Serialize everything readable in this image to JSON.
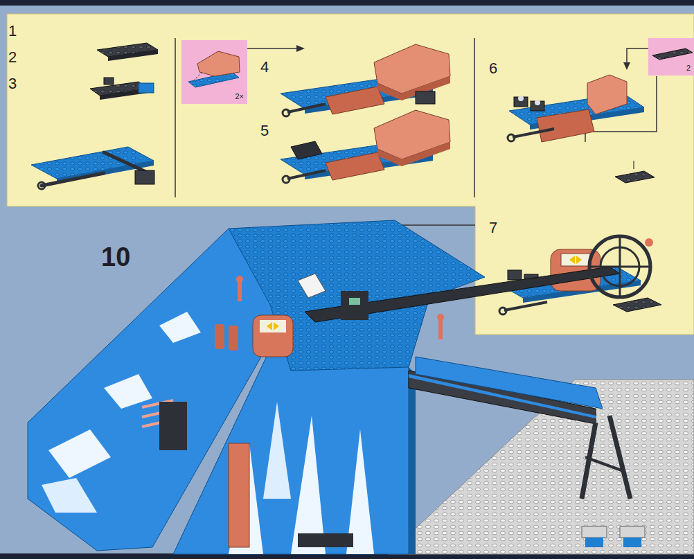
{
  "diagram": {
    "nodes": [
      {
        "text": [
          "2×"
        ]
      },
      {
        "text": [
          "2"
        ]
      }
    ],
    "labels": [
      "1",
      "2",
      "3",
      "4",
      "5",
      "6",
      "7",
      "10"
    ]
  }
}
